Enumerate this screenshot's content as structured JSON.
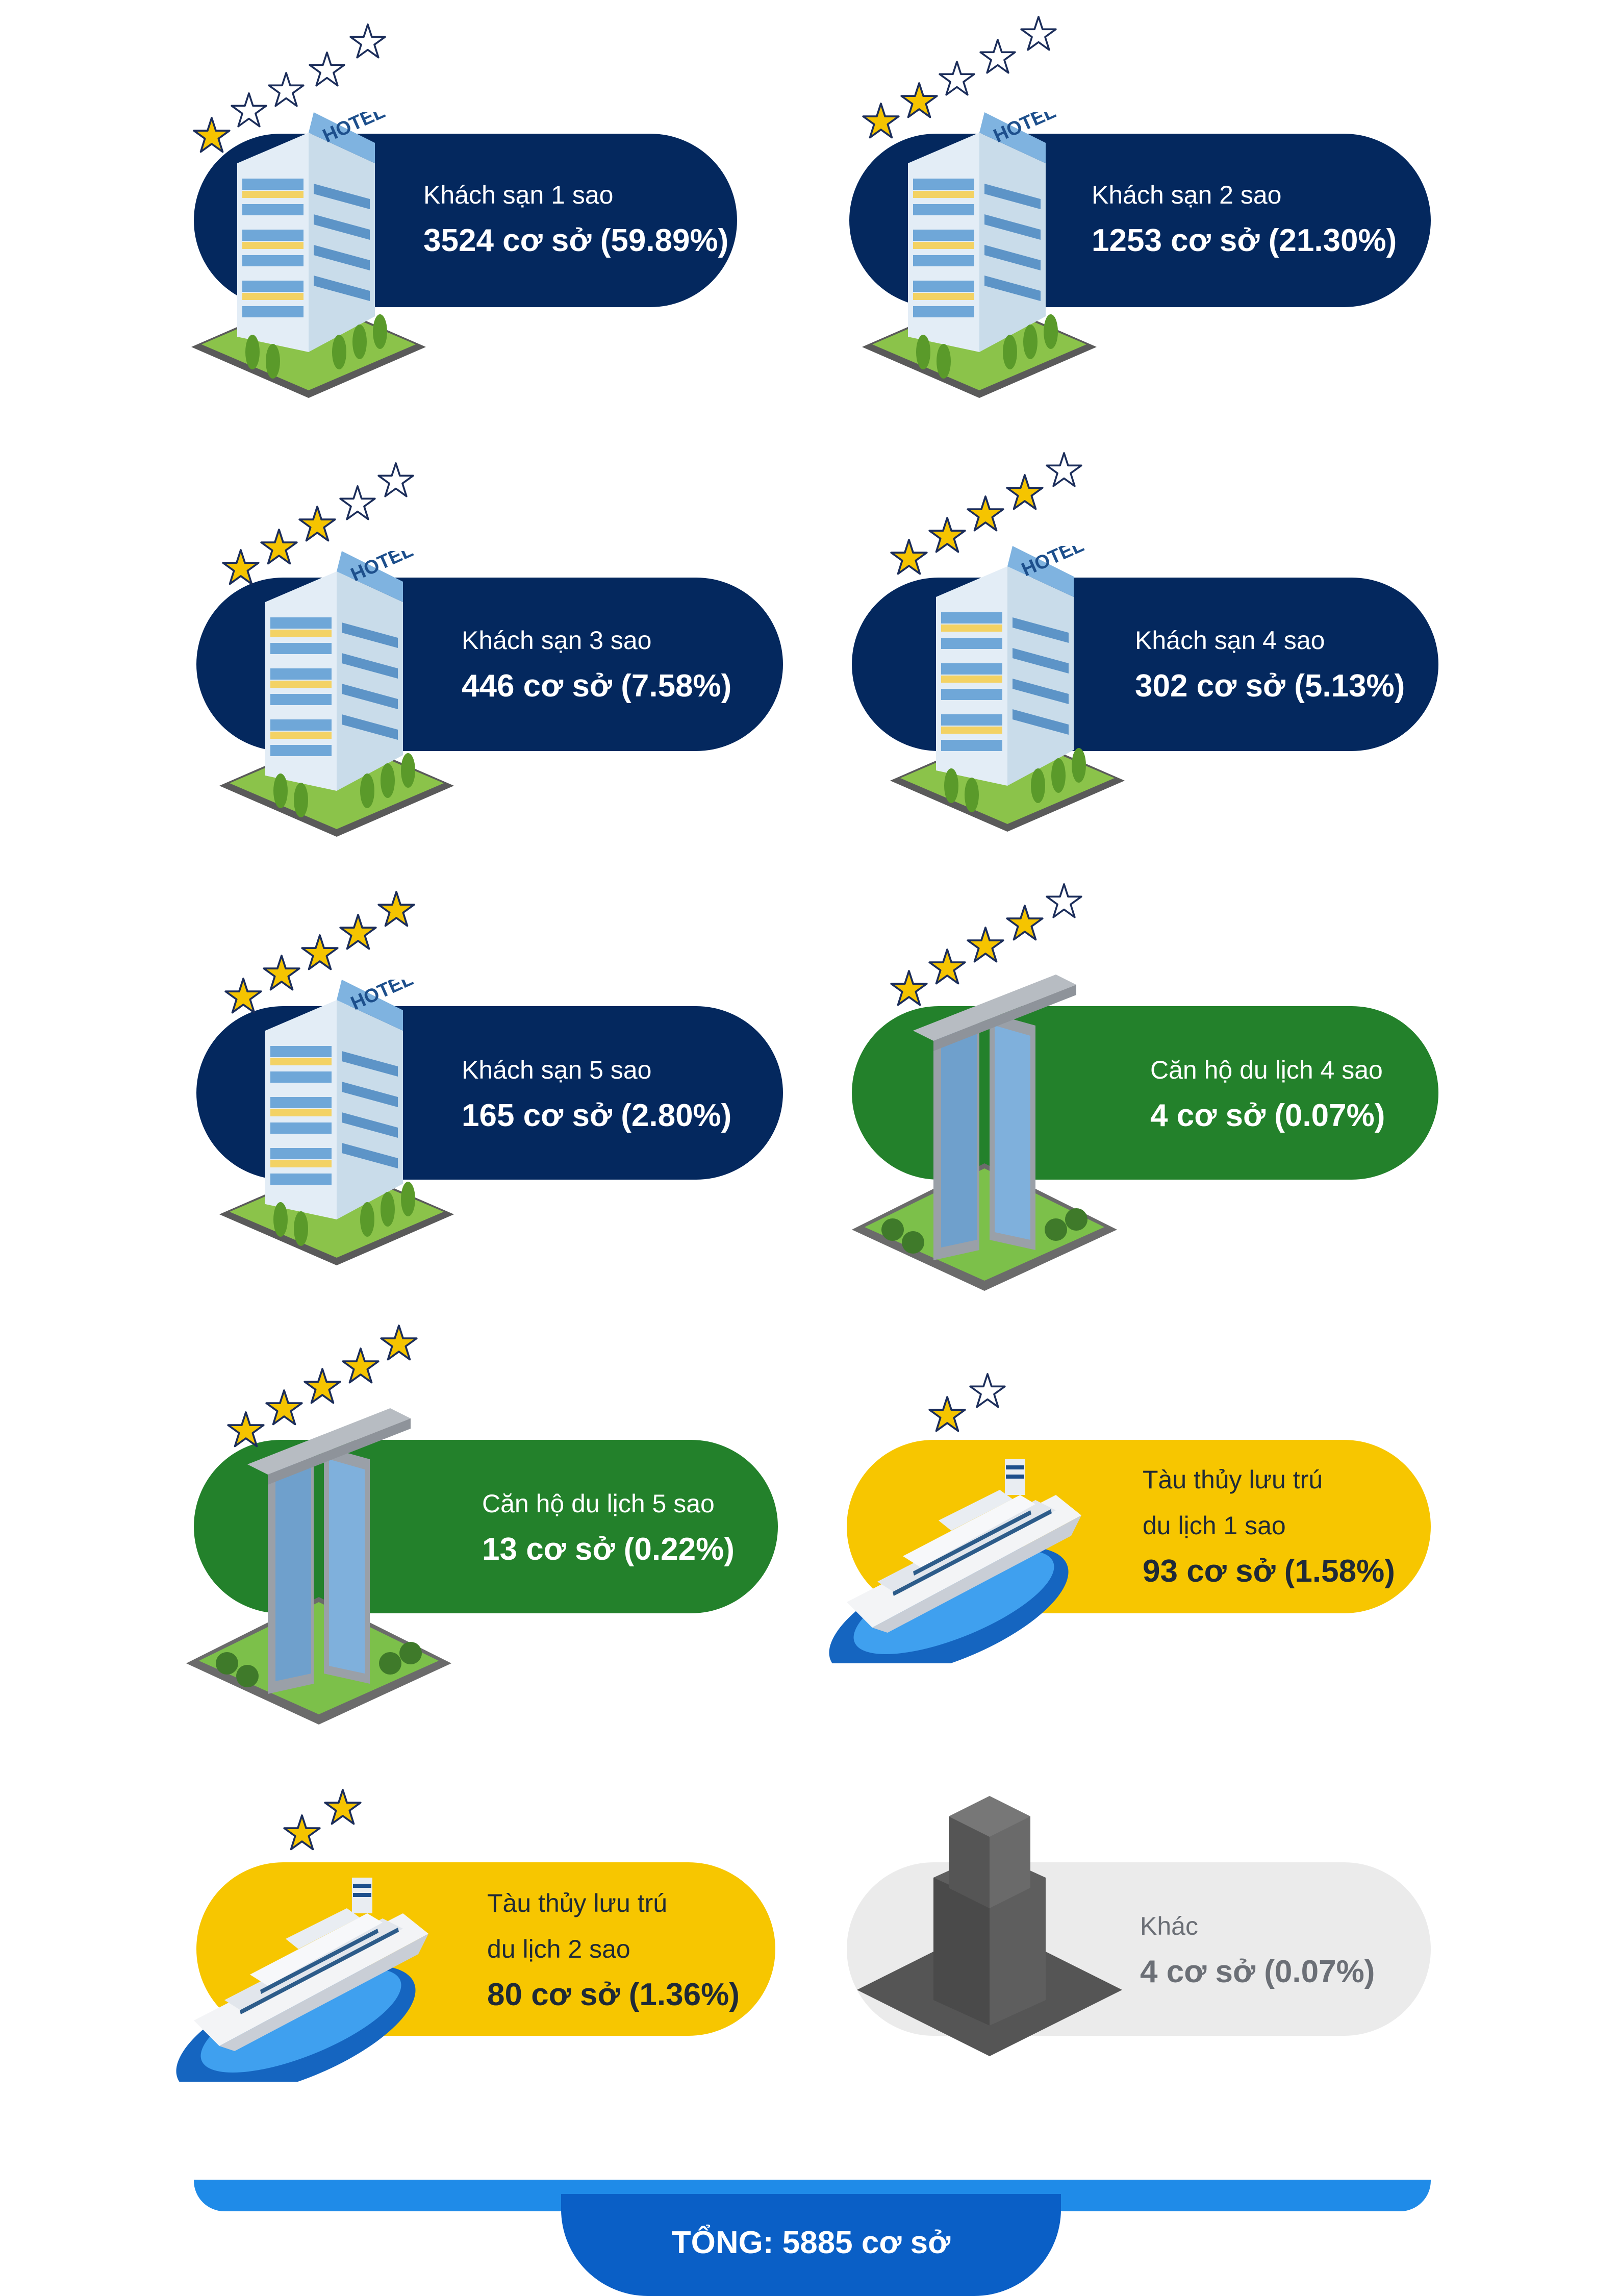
{
  "cards": [
    {
      "label": "Khách sạn 1 sao",
      "value": "3524 cơ sở (59.89%)",
      "stars": 1,
      "icon": "hotel-building-icon",
      "color": "#04285e"
    },
    {
      "label": "Khách sạn 2 sao",
      "value": "1253 cơ sở (21.30%)",
      "stars": 2,
      "icon": "hotel-building-icon",
      "color": "#04285e"
    },
    {
      "label": "Khách sạn 3 sao",
      "value": "446 cơ sở (7.58%)",
      "stars": 3,
      "icon": "hotel-building-icon",
      "color": "#04285e"
    },
    {
      "label": "Khách sạn 4 sao",
      "value": "302 cơ sở (5.13%)",
      "stars": 4,
      "icon": "hotel-building-icon",
      "color": "#04285e"
    },
    {
      "label": "Khách sạn 5 sao",
      "value": "165 cơ sở (2.80%)",
      "stars": 5,
      "icon": "hotel-building-icon",
      "color": "#04285e"
    },
    {
      "label": "Căn hộ du lịch 4 sao",
      "value": "4 cơ sở (0.07%)",
      "stars": 4,
      "icon": "apartment-tower-icon",
      "color": "#23812b"
    },
    {
      "label": "Căn hộ du lịch 5 sao",
      "value": "13 cơ sở (0.22%)",
      "stars": 5,
      "icon": "apartment-tower-icon",
      "color": "#23812b"
    },
    {
      "label_line1": "Tàu thủy lưu trú",
      "label_line2": "du lịch 1 sao",
      "value": "93 cơ sở (1.58%)",
      "stars": 1,
      "icon": "cruise-ship-icon",
      "color": "#f7c600"
    },
    {
      "label_line1": "Tàu thủy lưu trú",
      "label_line2": "du lịch 2 sao",
      "value": "80 cơ sở (1.36%)",
      "stars": 2,
      "icon": "cruise-ship-icon",
      "color": "#f7c600"
    },
    {
      "label": "Khác",
      "value": "4 cơ sở (0.07%)",
      "stars": 0,
      "icon": "generic-building-icon",
      "color": "#ebebeb"
    }
  ],
  "total": "TỔNG: 5885 cơ sở"
}
